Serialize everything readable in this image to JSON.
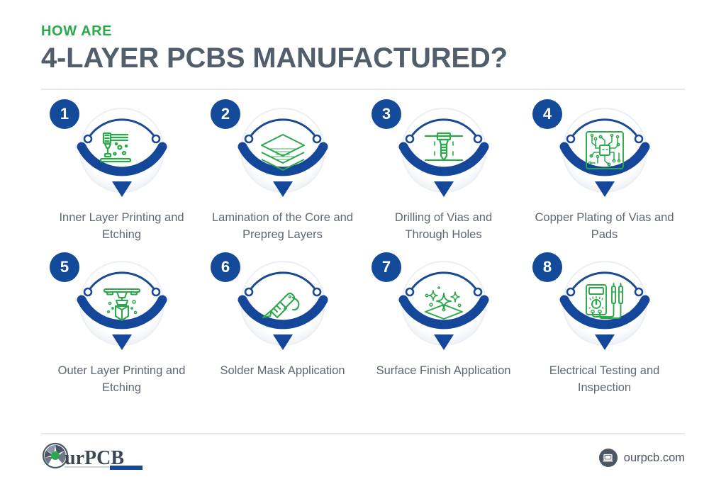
{
  "header": {
    "eyebrow": "HOW ARE",
    "headline": "4-LAYER PCBS MANUFACTURED?"
  },
  "colors": {
    "accent_green": "#2aa84a",
    "brand_blue": "#134a99",
    "ring_light": "#f2f4f7",
    "text_gray": "#5e6772",
    "headline_gray": "#525e6b",
    "divider": "#e6e8ea",
    "footer_icon_bg": "#4a5663"
  },
  "steps": [
    {
      "number": "1",
      "label": "Inner Layer Printing and Etching",
      "icon": "inkjet-printer-icon"
    },
    {
      "number": "2",
      "label": "Lamination of the Core and Prepreg Layers",
      "icon": "stacked-layers-icon"
    },
    {
      "number": "3",
      "label": "Drilling of Vias and Through Holes",
      "icon": "drill-bit-icon"
    },
    {
      "number": "4",
      "label": "Copper Plating of Vias and Pads",
      "icon": "circuit-chip-icon"
    },
    {
      "number": "5",
      "label": "Outer Layer Printing and Etching",
      "icon": "deposition-nozzle-icon"
    },
    {
      "number": "6",
      "label": "Solder Mask Application",
      "icon": "soldering-iron-icon"
    },
    {
      "number": "7",
      "label": "Surface Finish Application",
      "icon": "sparkle-surface-icon"
    },
    {
      "number": "8",
      "label": "Electrical Testing and Inspection",
      "icon": "multimeter-icon"
    }
  ],
  "footer": {
    "logo_text": "urPCB",
    "logo_name": "OurPCB",
    "url": "ourpcb.com",
    "url_icon": "laptop-icon"
  }
}
